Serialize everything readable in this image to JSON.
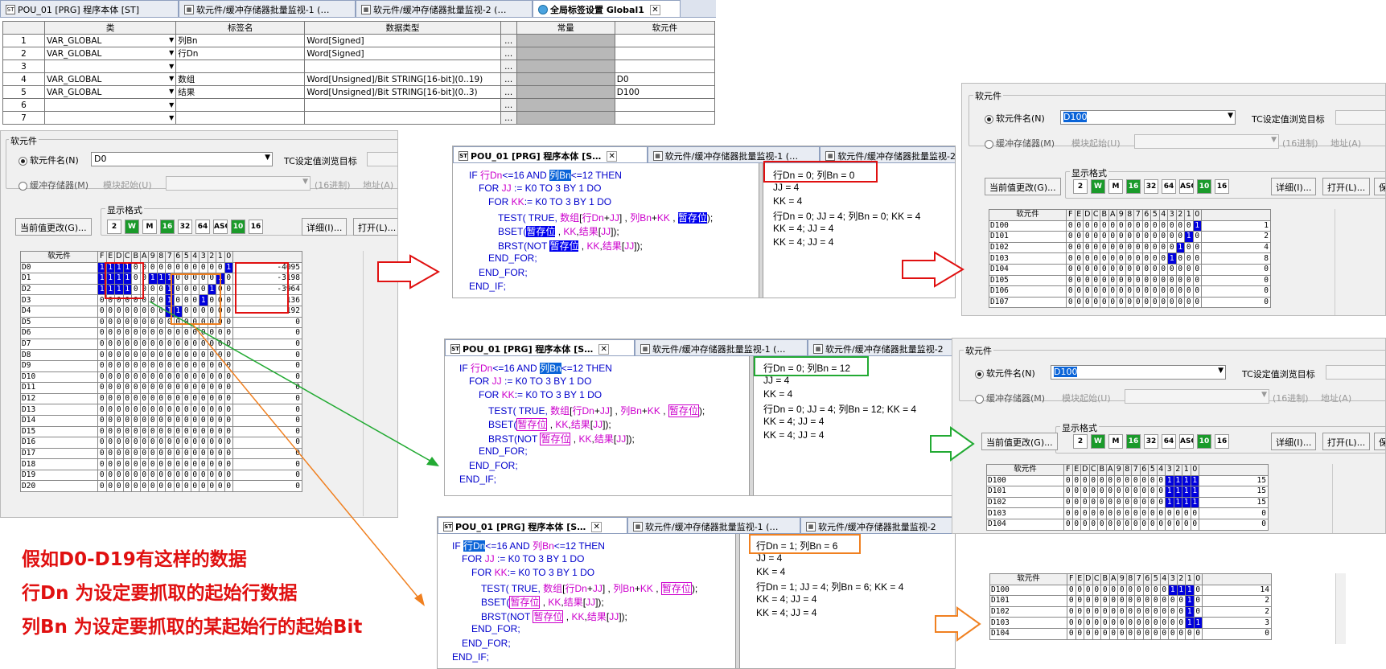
{
  "top_tabs": [
    {
      "label": "POU_01 [PRG] 程序本体 [ST]",
      "active": false
    },
    {
      "label": "软元件/缓冲存储器批量监视-1 (…",
      "active": false
    },
    {
      "label": "软元件/缓冲存储器批量监视-2 (…",
      "active": false
    },
    {
      "label": "全局标签设置 Global1",
      "active": true
    }
  ],
  "global_table": {
    "headers": [
      "类",
      "标签名",
      "数据类型",
      "常量",
      "软元件"
    ],
    "rows": [
      {
        "no": "1",
        "class": "VAR_GLOBAL",
        "name": "列Bn",
        "type": "Word[Signed]",
        "device": ""
      },
      {
        "no": "2",
        "class": "VAR_GLOBAL",
        "name": "行Dn",
        "type": "Word[Signed]",
        "device": ""
      },
      {
        "no": "3",
        "class": "",
        "name": "",
        "type": "",
        "device": ""
      },
      {
        "no": "4",
        "class": "VAR_GLOBAL",
        "name": "数组",
        "type": "Word[Unsigned]/Bit STRING[16-bit](0..19)",
        "device": "D0"
      },
      {
        "no": "5",
        "class": "VAR_GLOBAL",
        "name": "结果",
        "type": "Word[Unsigned]/Bit STRING[16-bit](0..3)",
        "device": "D100"
      },
      {
        "no": "6",
        "class": "",
        "name": "",
        "type": "",
        "device": ""
      },
      {
        "no": "7",
        "class": "",
        "name": "",
        "type": "",
        "device": ""
      }
    ],
    "ellipsis": "..."
  },
  "monitor": {
    "group_label": "软元件",
    "device_name_label": "软元件名(N)",
    "buffer_label": "缓冲存储器(M)",
    "module_label": "模块起始(U)",
    "hex_label": "(16进制)",
    "addr_label": "地址(A)",
    "tc_label": "TC设定值浏览目标",
    "display_format_label": "显示格式",
    "change_btn": "当前值更改(G)...",
    "detail_btn": "详细(I)...",
    "open_btn": "打开(L)...",
    "save_btn": "保",
    "fmt_buttons": [
      "2",
      "W",
      "M",
      "16",
      "32",
      "64",
      "ASC",
      "10",
      "16"
    ],
    "col_header": "软元件",
    "bit_headers": [
      "F",
      "E",
      "D",
      "C",
      "B",
      "A",
      "9",
      "8",
      "7",
      "6",
      "5",
      "4",
      "3",
      "2",
      "1",
      "0"
    ]
  },
  "left_monitor": {
    "device_value": "D0",
    "rows": [
      {
        "name": "D0",
        "bits": "1111000000000001",
        "value": "-4095"
      },
      {
        "name": "D1",
        "bits": "1111001110000010",
        "value": "-3198"
      },
      {
        "name": "D2",
        "bits": "1111000010000100",
        "value": "-3964"
      },
      {
        "name": "D3",
        "bits": "0000000010001000",
        "value": "136"
      },
      {
        "name": "D4",
        "bits": "0000000011000000",
        "value": "192"
      },
      {
        "name": "D5",
        "bits": "0000000000000000",
        "value": "0"
      },
      {
        "name": "D6",
        "bits": "0000000000000000",
        "value": "0"
      },
      {
        "name": "D7",
        "bits": "0000000000000000",
        "value": "0"
      },
      {
        "name": "D8",
        "bits": "0000000000000000",
        "value": "0"
      },
      {
        "name": "D9",
        "bits": "0000000000000000",
        "value": "0"
      },
      {
        "name": "D10",
        "bits": "0000000000000000",
        "value": "0"
      },
      {
        "name": "D11",
        "bits": "0000000000000000",
        "value": "0"
      },
      {
        "name": "D12",
        "bits": "0000000000000000",
        "value": "0"
      },
      {
        "name": "D13",
        "bits": "0000000000000000",
        "value": "0"
      },
      {
        "name": "D14",
        "bits": "0000000000000000",
        "value": "0"
      },
      {
        "name": "D15",
        "bits": "0000000000000000",
        "value": "0"
      },
      {
        "name": "D16",
        "bits": "0000000000000000",
        "value": "0"
      },
      {
        "name": "D17",
        "bits": "0000000000000000",
        "value": "0"
      },
      {
        "name": "D18",
        "bits": "0000000000000000",
        "value": "0"
      },
      {
        "name": "D19",
        "bits": "0000000000000000",
        "value": "0"
      },
      {
        "name": "D20",
        "bits": "0000000000000000",
        "value": "0"
      }
    ]
  },
  "code_tabs": [
    "POU_01 [PRG] 程序本体 [S…",
    "软元件/缓冲存储器批量监视-1 (…",
    "软元件/缓冲存储器批量监视-2"
  ],
  "code_lines": [
    [
      "IF ",
      "行Dn",
      "<=16 AND ",
      "列Bn",
      "<=12 THEN"
    ],
    [
      "FOR ",
      "JJ",
      " := K0  TO  3  BY  1  DO"
    ],
    [
      "FOR ",
      "KK",
      ":= K0  TO  3  BY  1  DO"
    ],
    [
      "TEST( TRUE, ",
      "数组",
      "[",
      "行Dn",
      "+",
      "JJ",
      "] , ",
      "列Bn",
      "+",
      "KK",
      " , ",
      "暂存位",
      ");"
    ],
    [
      "BSET(",
      "暂存位",
      " , ",
      "KK",
      ",",
      "结果",
      "[",
      "JJ",
      "]);"
    ],
    [
      "BRST(NOT ",
      "暂存位",
      " , ",
      "KK",
      ",",
      "结果",
      "[",
      "JJ",
      "]);"
    ],
    [
      "END_FOR;"
    ],
    [
      "END_FOR;"
    ],
    [
      "END_IF;"
    ]
  ],
  "watch_blocks": [
    {
      "first": "行Dn = 0; 列Bn = 0",
      "jj": "JJ = 4",
      "kk": "KK = 4",
      "line": "行Dn = 0; JJ = 4; 列Bn = 0; KK = 4",
      "kkjj1": "KK = 4; JJ = 4",
      "kkjj2": "KK = 4; JJ = 4"
    },
    {
      "first": "行Dn = 0; 列Bn = 12",
      "jj": "JJ = 4",
      "kk": "KK = 4",
      "line": "行Dn = 0; JJ = 4; 列Bn = 12; KK = 4",
      "kkjj1": "KK = 4; JJ = 4",
      "kkjj2": "KK = 4; JJ = 4"
    },
    {
      "first": "行Dn = 1; 列Bn = 6",
      "jj": "JJ = 4",
      "kk": "KK = 4",
      "line": "行Dn = 1; JJ = 4; 列Bn = 6; KK = 4",
      "kkjj1": "KK = 4; JJ = 4",
      "kkjj2": "KK = 4; JJ = 4"
    }
  ],
  "right_monitors": [
    {
      "device_value": "D100",
      "rows": [
        {
          "name": "D100",
          "bits": "0000000000000001",
          "value": "1"
        },
        {
          "name": "D101",
          "bits": "0000000000000010",
          "value": "2"
        },
        {
          "name": "D102",
          "bits": "0000000000000100",
          "value": "4"
        },
        {
          "name": "D103",
          "bits": "0000000000001000",
          "value": "8"
        },
        {
          "name": "D104",
          "bits": "0000000000000000",
          "value": "0"
        },
        {
          "name": "D105",
          "bits": "0000000000000000",
          "value": "0"
        },
        {
          "name": "D106",
          "bits": "0000000000000000",
          "value": "0"
        },
        {
          "name": "D107",
          "bits": "0000000000000000",
          "value": "0"
        }
      ]
    },
    {
      "device_value": "D100",
      "rows": [
        {
          "name": "D100",
          "bits": "0000000000001111",
          "value": "15"
        },
        {
          "name": "D101",
          "bits": "0000000000001111",
          "value": "15"
        },
        {
          "name": "D102",
          "bits": "0000000000001111",
          "value": "15"
        },
        {
          "name": "D103",
          "bits": "0000000000000000",
          "value": "0"
        },
        {
          "name": "D104",
          "bits": "0000000000000000",
          "value": "0"
        }
      ]
    },
    {
      "device_value": "",
      "rows": [
        {
          "name": "D100",
          "bits": "0000000000001110",
          "value": "14"
        },
        {
          "name": "D101",
          "bits": "0000000000000010",
          "value": "2"
        },
        {
          "name": "D102",
          "bits": "0000000000000010",
          "value": "2"
        },
        {
          "name": "D103",
          "bits": "0000000000000011",
          "value": "3"
        },
        {
          "name": "D104",
          "bits": "0000000000000000",
          "value": "0"
        }
      ]
    }
  ],
  "notes": [
    "假如D0-D19有这样的数据",
    "行Dn 为设定要抓取的起始行数据",
    "列Bn 为设定要抓取的某起始行的起始Bit"
  ],
  "colors": {
    "red": "#e01010",
    "green": "#22aa33",
    "orange": "#f08020",
    "bit_on": "#0000dd"
  }
}
